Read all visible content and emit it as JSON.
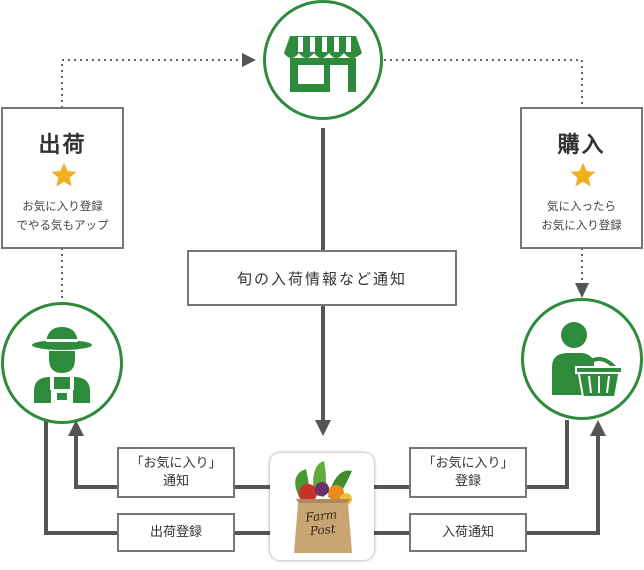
{
  "shipping": {
    "title": "出荷",
    "desc_line1": "お気に入り登録",
    "desc_line2": "でやる気もアップ",
    "icon": "star-icon"
  },
  "purchase": {
    "title": "購入",
    "desc_line1": "気に入ったら",
    "desc_line2": "お気に入り登録",
    "icon": "star-icon"
  },
  "center_notice": "旬の入荷情報など通知",
  "left_labels": {
    "favorite_notice_line1": "「お気に入り」",
    "favorite_notice_line2": "通知",
    "shipping_registration": "出荷登録"
  },
  "right_labels": {
    "favorite_registration_line1": "「お気に入り」",
    "favorite_registration_line2": "登録",
    "arrival_notice": "入荷通知"
  },
  "logo": {
    "line1": "Farm",
    "line2": "Post"
  },
  "icons": {
    "store": "store-icon",
    "farmer": "farmer-icon",
    "customer": "customer-basket-icon",
    "logo_bag": "grocery-bag-icon"
  },
  "colors": {
    "green": "#2e8b3b",
    "gray": "#666666",
    "star": "#f2b01e",
    "border": "#777777"
  }
}
